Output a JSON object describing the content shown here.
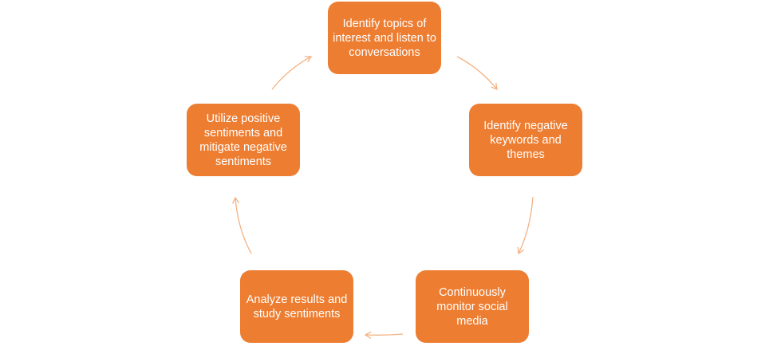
{
  "diagram": {
    "type": "cycle",
    "colors": {
      "node_fill": "#ED7D31",
      "node_text": "#FFFFFF",
      "arrow": "#F4B183"
    },
    "nodes": [
      {
        "id": "n1",
        "label": "Identify topics of interest and listen to conversations"
      },
      {
        "id": "n2",
        "label": "Identify negative keywords and themes"
      },
      {
        "id": "n3",
        "label": "Continuously monitor social media"
      },
      {
        "id": "n4",
        "label": "Analyze results and study sentiments"
      },
      {
        "id": "n5",
        "label": "Utilize positive sentiments and mitigate negative sentiments"
      }
    ],
    "edges": [
      {
        "from": "n1",
        "to": "n2"
      },
      {
        "from": "n2",
        "to": "n3"
      },
      {
        "from": "n3",
        "to": "n4"
      },
      {
        "from": "n4",
        "to": "n5"
      },
      {
        "from": "n5",
        "to": "n1"
      }
    ]
  }
}
